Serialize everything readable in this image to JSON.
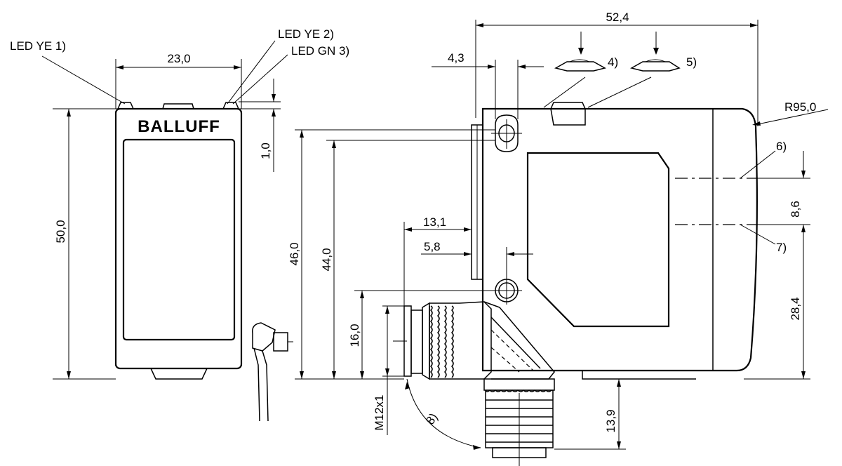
{
  "brand": "BALLUFF",
  "callouts": {
    "led_ye_1": "LED YE 1)",
    "led_ye_2": "LED YE 2)",
    "led_gn_3": "LED GN 3)",
    "note_4": "4)",
    "note_5": "5)",
    "note_6": "6)",
    "note_7": "7)",
    "note_8": "8)"
  },
  "dimensions": {
    "front_width": "23,0",
    "front_height": "50,0",
    "led_height": "1,0",
    "overall_length": "52,4",
    "hole_offset": "4,3",
    "radius": "R95,0",
    "beam_spacing": "8,6",
    "beam_height": "28,4",
    "height_46": "46,0",
    "height_44": "44,0",
    "connector_offset": "13,1",
    "hole_to_flange": "5,8",
    "connector_height": "16,0",
    "thread": "M12x1",
    "connector_drop": "13,9"
  }
}
